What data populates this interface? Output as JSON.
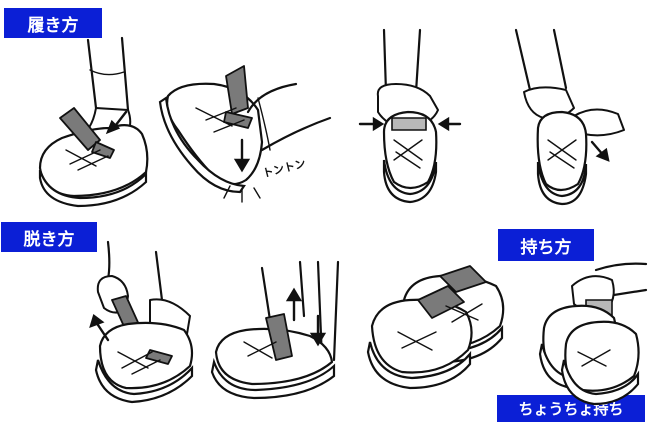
{
  "labels": {
    "wear": "履き方",
    "remove": "脱き方",
    "carry": "持ち方",
    "butterfly": "ちょうちょ持ち"
  },
  "sound_effect": "トントン",
  "colors": {
    "label_background": "#0b1fd6",
    "label_text": "#ffffff",
    "strap": "#7a7a7a",
    "outline": "#111111"
  }
}
